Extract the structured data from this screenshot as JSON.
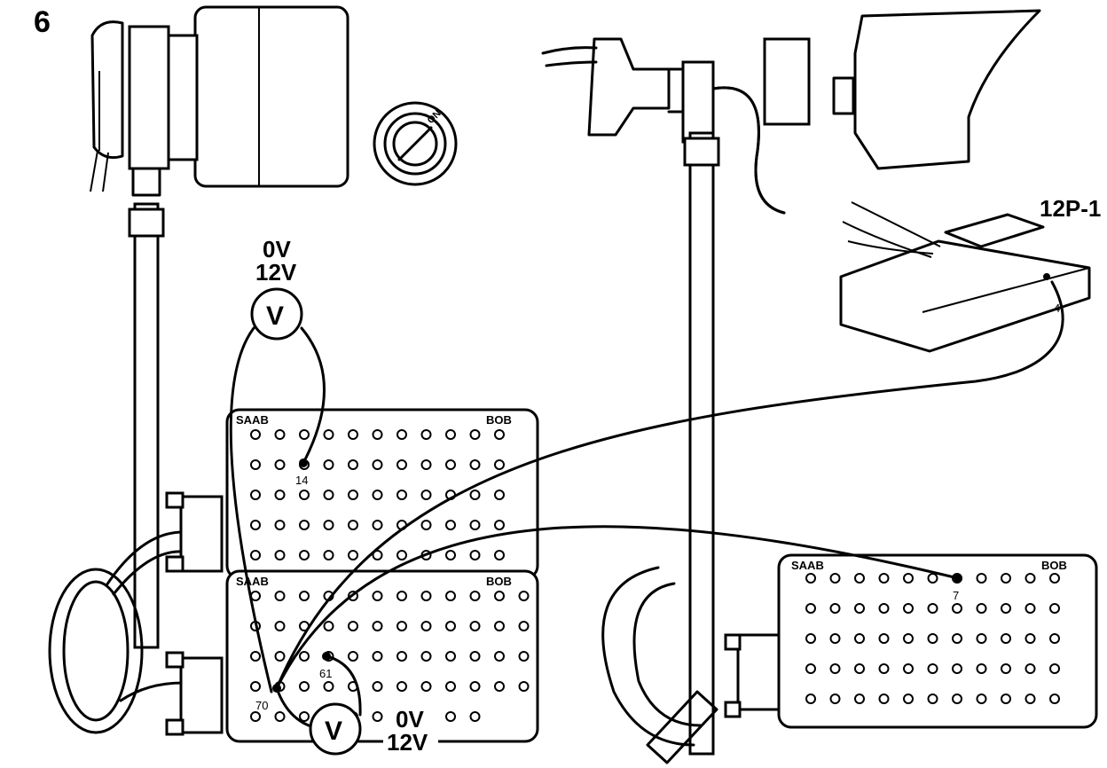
{
  "figure": {
    "step_number": "6",
    "ignition_switch_label": "ON",
    "connector_label": "12P-1",
    "connector_pin_label": "4"
  },
  "left_measurement": {
    "voltmeter_symbol": "V",
    "reading_low": "0V",
    "reading_high": "12V",
    "probe_pin": "14"
  },
  "bottom_measurement": {
    "voltmeter_symbol": "V",
    "reading_low": "0V",
    "reading_high": "12V",
    "probe_pin_a": "61",
    "probe_pin_b": "70"
  },
  "breakout_boxes": {
    "upper_left": {
      "brand": "SAAB",
      "model": "BOB"
    },
    "lower_left": {
      "brand": "SAAB",
      "model": "BOB"
    },
    "right": {
      "brand": "SAAB",
      "model": "BOB",
      "probe_pin": "7"
    }
  }
}
